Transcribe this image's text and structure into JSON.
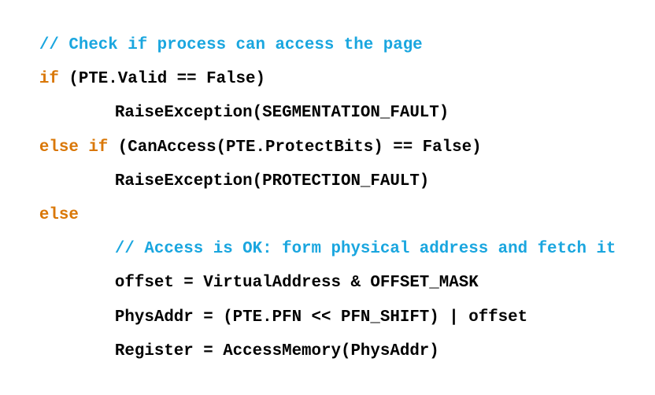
{
  "code": {
    "lines": [
      {
        "indent": 0,
        "parts": [
          {
            "kind": "comment",
            "text": "// Check if process can access the page"
          }
        ]
      },
      {
        "indent": 0,
        "parts": [
          {
            "kind": "keyword",
            "text": "if"
          },
          {
            "kind": "plain",
            "text": " (PTE.Valid == False)"
          }
        ]
      },
      {
        "indent": 1,
        "parts": [
          {
            "kind": "plain",
            "text": "RaiseException(SEGMENTATION_FAULT)"
          }
        ]
      },
      {
        "indent": 0,
        "parts": [
          {
            "kind": "keyword",
            "text": "else if"
          },
          {
            "kind": "plain",
            "text": " (CanAccess(PTE.ProtectBits) == False)"
          }
        ]
      },
      {
        "indent": 1,
        "parts": [
          {
            "kind": "plain",
            "text": "RaiseException(PROTECTION_FAULT)"
          }
        ]
      },
      {
        "indent": 0,
        "parts": [
          {
            "kind": "keyword",
            "text": "else"
          }
        ]
      },
      {
        "indent": 1,
        "parts": [
          {
            "kind": "comment",
            "text": "// Access is OK: form physical address and fetch it"
          }
        ]
      },
      {
        "indent": 1,
        "parts": [
          {
            "kind": "plain",
            "text": "offset = VirtualAddress & OFFSET_MASK"
          }
        ]
      },
      {
        "indent": 1,
        "parts": [
          {
            "kind": "plain",
            "text": "PhysAddr = (PTE.PFN << PFN_SHIFT) | offset"
          }
        ]
      },
      {
        "indent": 1,
        "parts": [
          {
            "kind": "plain",
            "text": "Register = AccessMemory(PhysAddr)"
          }
        ]
      }
    ]
  },
  "colors": {
    "comment": "#1aa6df",
    "keyword": "#d97706",
    "plain": "#000000",
    "background": "#ffffff"
  }
}
